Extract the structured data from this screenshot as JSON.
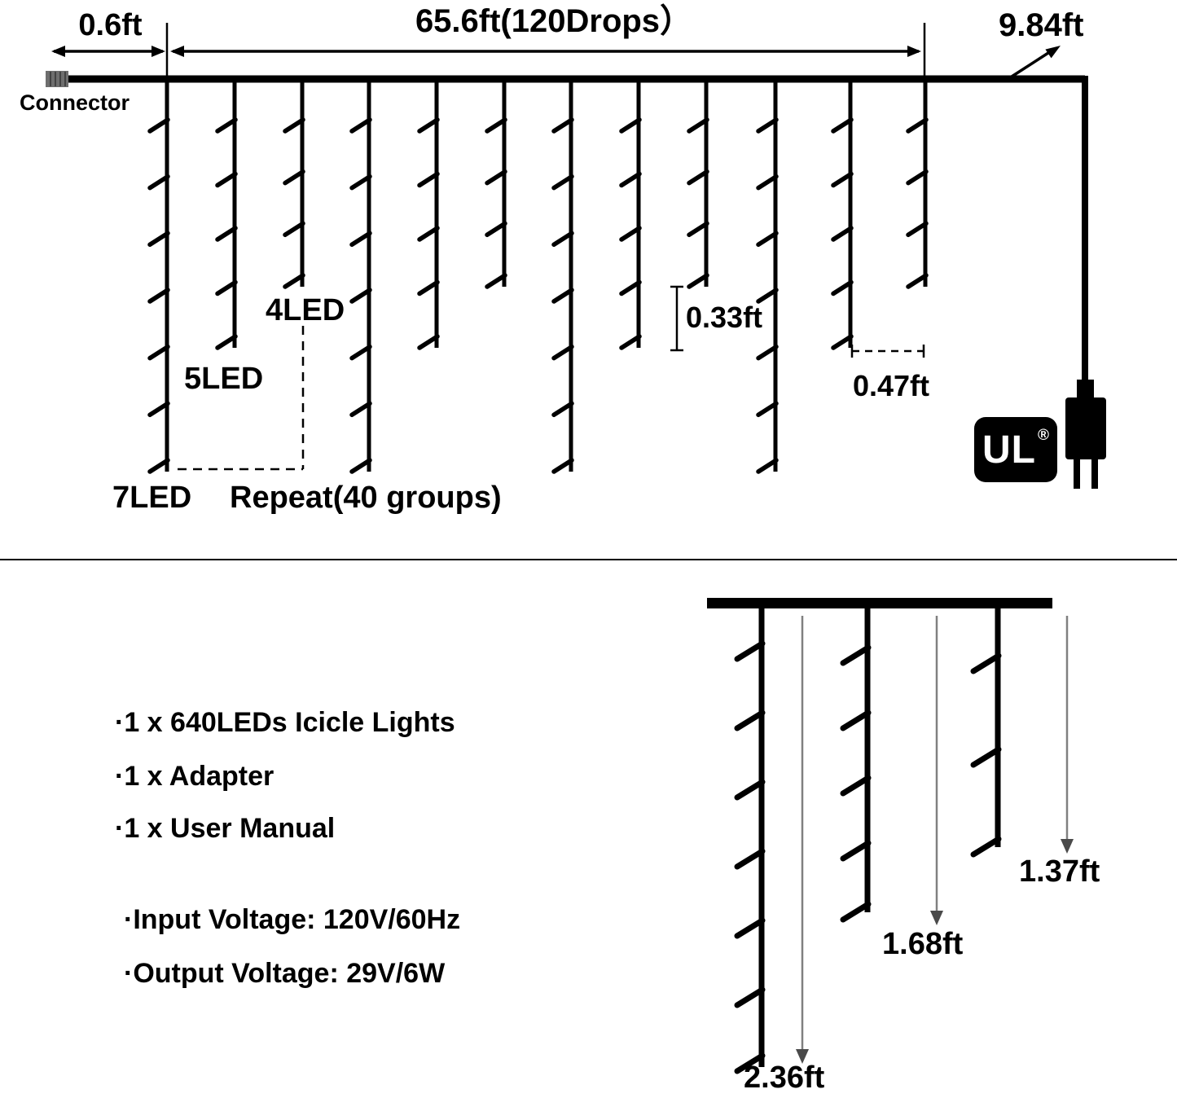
{
  "top_diagram": {
    "dim_left_label": "0.6ft",
    "dim_main_label": "65.6ft(120Drops）",
    "dim_right_label": "9.84ft",
    "connector_label": "Connector",
    "led4_label": "4LED",
    "led5_label": "5LED",
    "led7_label": "7LED",
    "repeat_label": "Repeat(40 groups)",
    "led_spacing_label": "0.33ft",
    "drop_spacing_label": "0.47ft",
    "ul_mark": "UL",
    "ul_registered": "®"
  },
  "package_contents": {
    "items": [
      "·1 x 640LEDs Icicle Lights",
      "·1 x Adapter",
      "·1 x User Manual"
    ]
  },
  "electrical": {
    "items": [
      "·Input Voltage: 120V/60Hz",
      "·Output Voltage: 29V/6W"
    ]
  },
  "detail_diagram": {
    "lengths": [
      "2.36ft",
      "1.68ft",
      "1.37ft"
    ]
  },
  "colors": {
    "line": "#000000",
    "arrow_gray": "#808080",
    "connector_fill": "#6e6e6e"
  }
}
